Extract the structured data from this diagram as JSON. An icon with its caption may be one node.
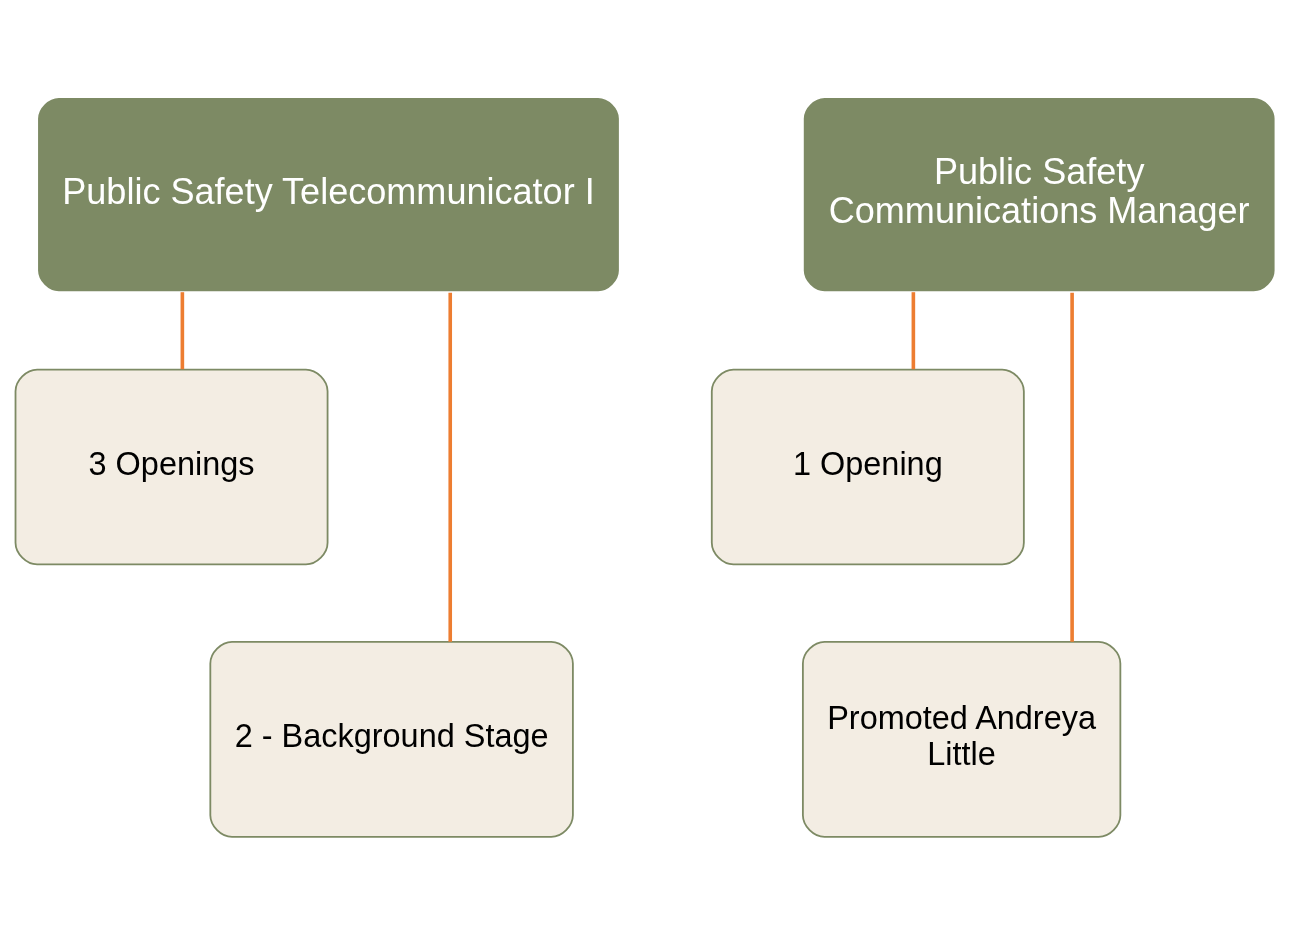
{
  "diagram": {
    "nodes": [
      {
        "text": [
          "Public Safety Telecommunicator I"
        ]
      },
      {
        "text": [
          "3 Openings"
        ]
      },
      {
        "text": [
          "2 - Background Stage"
        ]
      },
      {
        "text": [
          "Public Safety Communications Manager"
        ]
      },
      {
        "text": [
          "1 Opening"
        ]
      },
      {
        "text": [
          "Promoted Andreya Little"
        ]
      }
    ],
    "edges": [
      {
        "from": 0,
        "to": 1,
        "arrow": "none"
      },
      {
        "from": 0,
        "to": 2,
        "arrow": "none"
      },
      {
        "from": 3,
        "to": 4,
        "arrow": "none"
      },
      {
        "from": 3,
        "to": 5,
        "arrow": "none"
      }
    ]
  }
}
